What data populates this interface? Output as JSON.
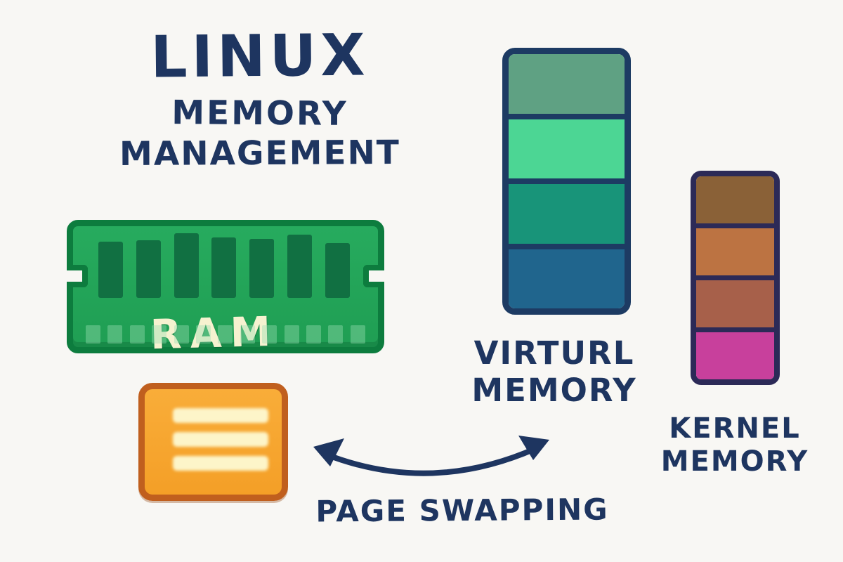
{
  "canvas": {
    "background": "#f8f7f4",
    "ink": "#1e3560"
  },
  "title": {
    "line1": "LINUX",
    "line2": "MEMORY",
    "line3": "MANAGEMENT"
  },
  "ram": {
    "label": "RAM",
    "label_color": "#f6f2d0",
    "body_fill": "#22a65b",
    "body_border": "#0d7c3e",
    "chip_color": "#117042",
    "chip_count": 7,
    "pin_color": "#9be0b4",
    "pin_count": 13
  },
  "page": {
    "fill": "#f7a62f",
    "border": "#c05f1e",
    "line_color": "#fdf5c9",
    "line_count": 3
  },
  "virtual_memory": {
    "label_line1": "VIRTURL",
    "label_line2": "MEMORY",
    "border": "#1d3b63",
    "segments": [
      "#5fa183",
      "#4cd694",
      "#189479",
      "#20658d"
    ]
  },
  "kernel_memory": {
    "label_line1": "KERNEL",
    "label_line2": "MEMORY",
    "border": "#2c2a57",
    "segments": [
      "#8a6137",
      "#bc7342",
      "#a7604a",
      "#c8409c"
    ]
  },
  "swap": {
    "label": "PAGE SWAPPING",
    "arrow_color": "#1e3560"
  }
}
